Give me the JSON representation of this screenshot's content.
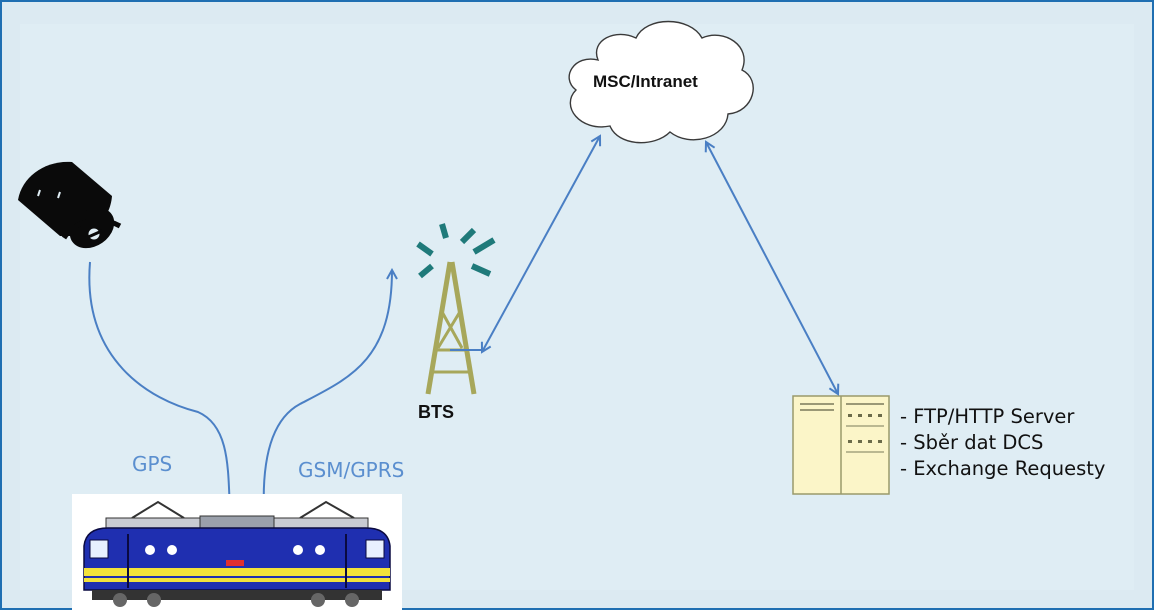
{
  "labels": {
    "cloud": "MSC/Intranet",
    "bts": "BTS",
    "gps": "GPS",
    "gsm": "GSM/GPRS"
  },
  "server_items": [
    "- FTP/HTTP Server",
    "- Sběr dat DCS",
    "- Exchange Requesty"
  ],
  "colors": {
    "frame_border": "#1f6fb2",
    "background": "#dceaf2",
    "arrow": "#4a7fc4",
    "label_blue": "#5b8fcf",
    "tower": "#a7a75a",
    "tower_signal": "#1f7a7a",
    "server_fill": "#fbf5c8",
    "train_body": "#1f2fb0",
    "train_stripe": "#f3e23a"
  },
  "icons": [
    "satellite-icon",
    "bts-tower-icon",
    "cloud-icon",
    "server-icon",
    "locomotive-icon"
  ]
}
